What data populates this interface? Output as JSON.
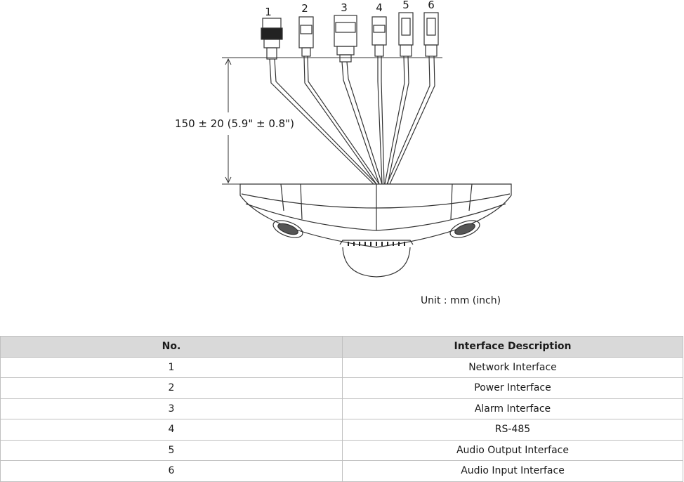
{
  "diagram": {
    "connectors": [
      {
        "label": "1"
      },
      {
        "label": "2"
      },
      {
        "label": "3"
      },
      {
        "label": "4"
      },
      {
        "label": "5"
      },
      {
        "label": "6"
      }
    ],
    "dimension_label": "150 ± 20 (5.9\" ± 0.8\")",
    "unit_label": "Unit : mm (inch)"
  },
  "table": {
    "headers": {
      "no": "No.",
      "description": "Interface Description"
    },
    "rows": [
      {
        "no": "1",
        "description": "Network Interface"
      },
      {
        "no": "2",
        "description": "Power Interface"
      },
      {
        "no": "3",
        "description": "Alarm Interface"
      },
      {
        "no": "4",
        "description": "RS-485"
      },
      {
        "no": "5",
        "description": "Audio Output Interface"
      },
      {
        "no": "6",
        "description": "Audio Input Interface"
      }
    ]
  }
}
